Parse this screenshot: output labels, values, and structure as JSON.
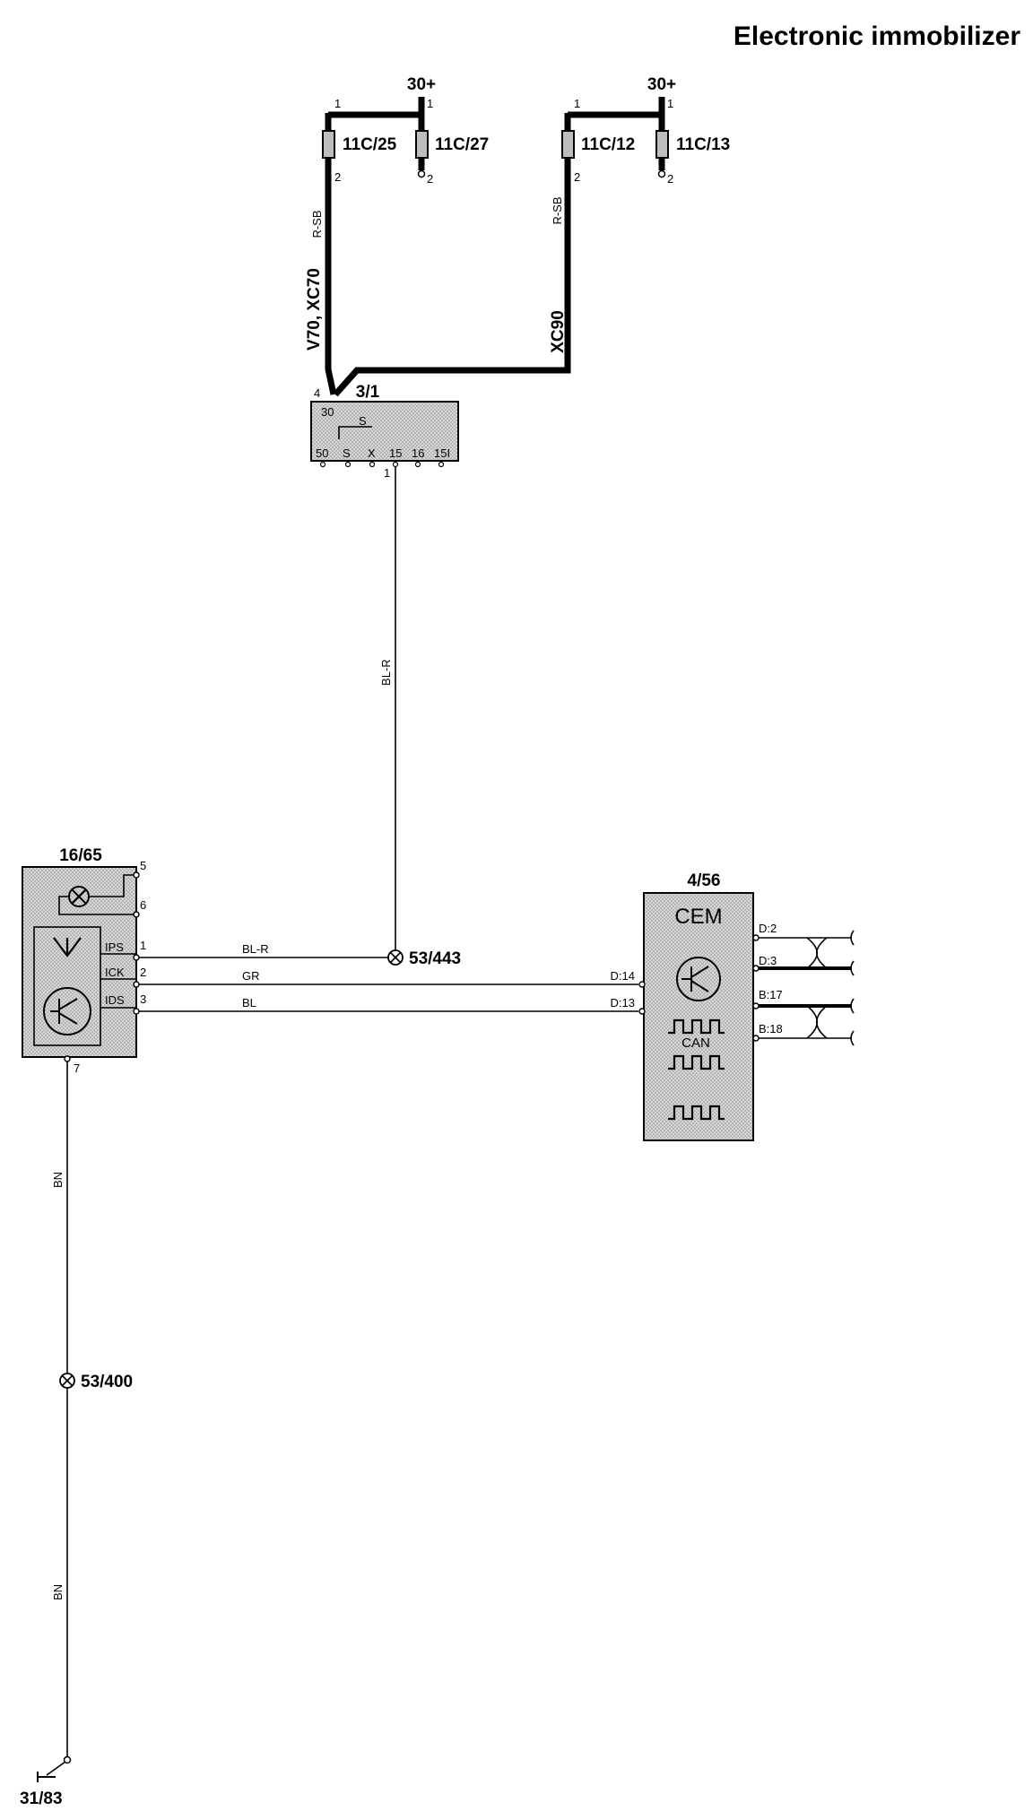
{
  "title": "Electronic immobilizer",
  "supply": {
    "left_label": "30+",
    "right_label": "30+"
  },
  "fuses": [
    {
      "id": "11C/25"
    },
    {
      "id": "11C/27"
    },
    {
      "id": "11C/12"
    },
    {
      "id": "11C/13"
    }
  ],
  "pin_numbers": {
    "one": "1",
    "two": "2",
    "three": "3",
    "four": "4",
    "five": "5",
    "six": "6",
    "seven": "7"
  },
  "wires": {
    "r_sb": "R-SB",
    "bl_r": "BL-R",
    "gr": "GR",
    "bl": "BL",
    "bn": "BN"
  },
  "variants": {
    "left": "V70, XC70",
    "right": "XC90"
  },
  "ignition_switch": {
    "id": "3/1",
    "terminal_in": "30",
    "inner_label": "S",
    "terminals": [
      "50",
      "S",
      "X",
      "15",
      "16",
      "15I"
    ]
  },
  "immobilizer": {
    "id": "16/65",
    "pins": [
      {
        "num": "1",
        "name": "IPS"
      },
      {
        "num": "2",
        "name": "ICK"
      },
      {
        "num": "3",
        "name": "IDS"
      }
    ]
  },
  "cem": {
    "id": "4/56",
    "name": "CEM",
    "can_label": "CAN",
    "left_pins": [
      "D:14",
      "D:13"
    ],
    "right_pins": [
      "D:2",
      "D:3",
      "B:17",
      "B:18"
    ]
  },
  "splices": {
    "upper": "53/443",
    "lower": "53/400"
  },
  "ground": "31/83"
}
